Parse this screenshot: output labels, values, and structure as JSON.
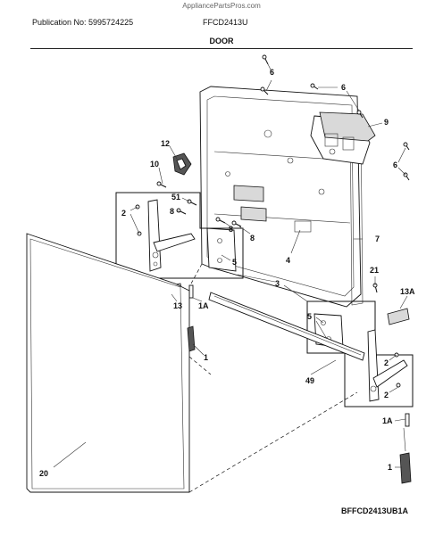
{
  "header": {
    "site": "AppliancePartsPros.com",
    "publication": "Publication No: 5995724225",
    "model": "FFCD2413U",
    "section": "DOOR"
  },
  "footer": {
    "diagram_code": "BFFCD2413UB1A"
  },
  "callouts": {
    "c6a": "6",
    "c6b": "6",
    "c6c": "6",
    "c9": "9",
    "c12": "12",
    "c10": "10",
    "c2a": "2",
    "c51": "51",
    "c8a": "8",
    "c8b": "8",
    "c8c": "8",
    "c5a": "5",
    "c4": "4",
    "c7": "7",
    "c3": "3",
    "c21": "21",
    "c13": "13",
    "c1Aa": "1A",
    "c13A": "13A",
    "c1a": "1",
    "c5b": "5",
    "c2b": "2",
    "c2c": "2",
    "c49": "49",
    "c1Ab": "1A",
    "c1b": "1",
    "c20": "20"
  }
}
